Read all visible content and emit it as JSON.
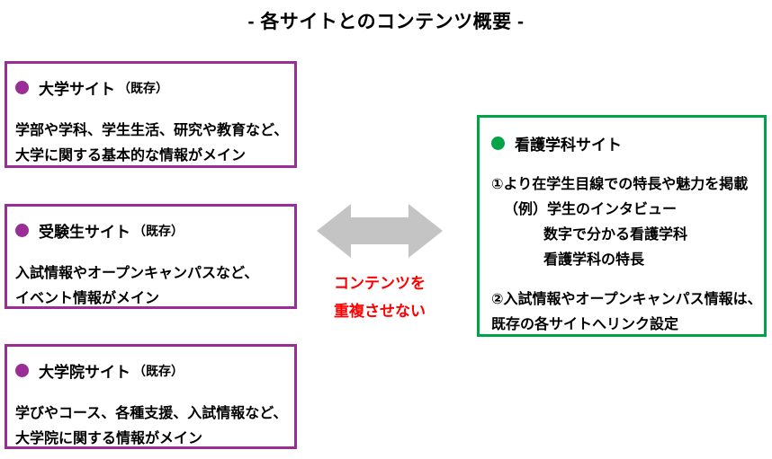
{
  "title": "- 各サイトとのコンテンツ概要 -",
  "left_boxes": [
    {
      "bullet": "purple-bullet-icon",
      "heading": "大学サイト",
      "heading_suffix": "（既存）",
      "lines": [
        "学部や学科、学生生活、研究や教育など、",
        "大学に関する基本的な情報がメイン"
      ],
      "border_color": "#9B2D96"
    },
    {
      "bullet": "purple-bullet-icon",
      "heading": "受験生サイト",
      "heading_suffix": "（既存）",
      "lines": [
        "入試情報やオープンキャンパスなど、",
        "イベント情報がメイン"
      ],
      "border_color": "#9B2D96"
    },
    {
      "bullet": "purple-bullet-icon",
      "heading": "大学院サイト",
      "heading_suffix": "（既存）",
      "lines": [
        "学びやコース、各種支援、入試情報など、",
        "大学院に関する情報がメイン"
      ],
      "border_color": "#9B2D96"
    }
  ],
  "right_box": {
    "bullet": "green-bullet-icon",
    "heading": "看護学科サイト",
    "heading_suffix": "",
    "border_color": "#00A345",
    "lines": [
      "①より在学生目線での特長や魅力を掲載",
      "（例）学生のインタビュー",
      "数字で分かる看護学科",
      "看護学科の特長",
      "②入試情報やオープンキャンパス情報は、",
      "既存の各サイトへリンク設定"
    ]
  },
  "center": {
    "arrow": "double-headed-arrow-icon",
    "arrow_color": "#C4C4C4",
    "caption_line1": "コンテンツを",
    "caption_line2": "重複させない",
    "caption_color": "#FF0000"
  }
}
